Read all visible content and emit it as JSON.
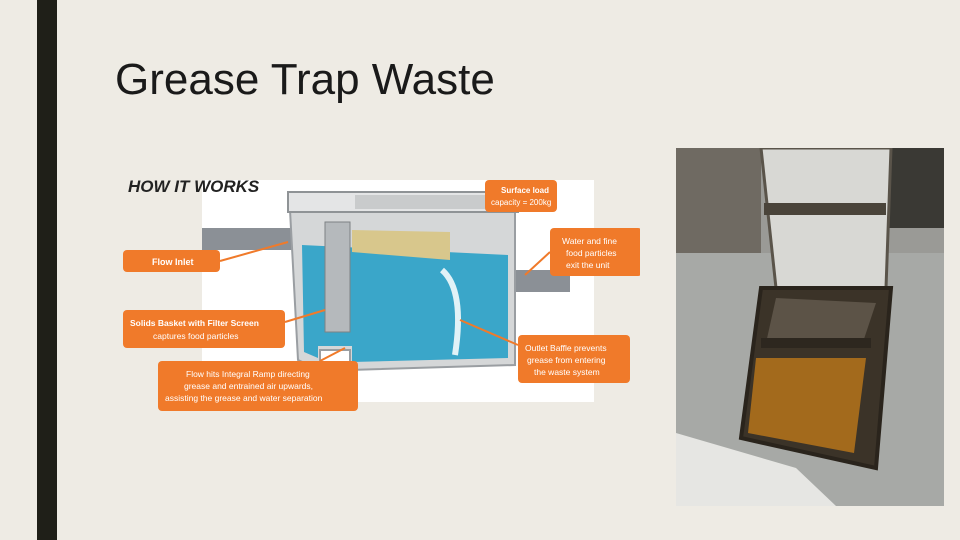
{
  "slide": {
    "title": "Grease Trap Waste"
  },
  "diagram": {
    "heading": "HOW IT WORKS",
    "callouts": {
      "flow_inlet": "Flow Inlet",
      "solids_basket_bold": "Solids Basket with Filter Screen",
      "solids_basket_rest": "captures food particles",
      "ramp_line1": "Flow hits Integral Ramp directing",
      "ramp_line2": "grease and entrained air upwards,",
      "ramp_line3": "assisting the grease and water separation",
      "surface_load_line1": "Surface load",
      "surface_load_line2": "capacity = 200kg",
      "water_line1": "Water and fine",
      "water_line2": "food particles",
      "water_line3": "exit the unit",
      "baffle_line1": "Outlet Baffle prevents",
      "baffle_line2": "grease from entering",
      "baffle_line3": "the waste system"
    },
    "colors": {
      "callout": "#f07a2a",
      "water": "#3aa6c9",
      "tank": "#d9d9d9"
    }
  },
  "photo": {
    "subject": "open grease trap with lid raised"
  }
}
